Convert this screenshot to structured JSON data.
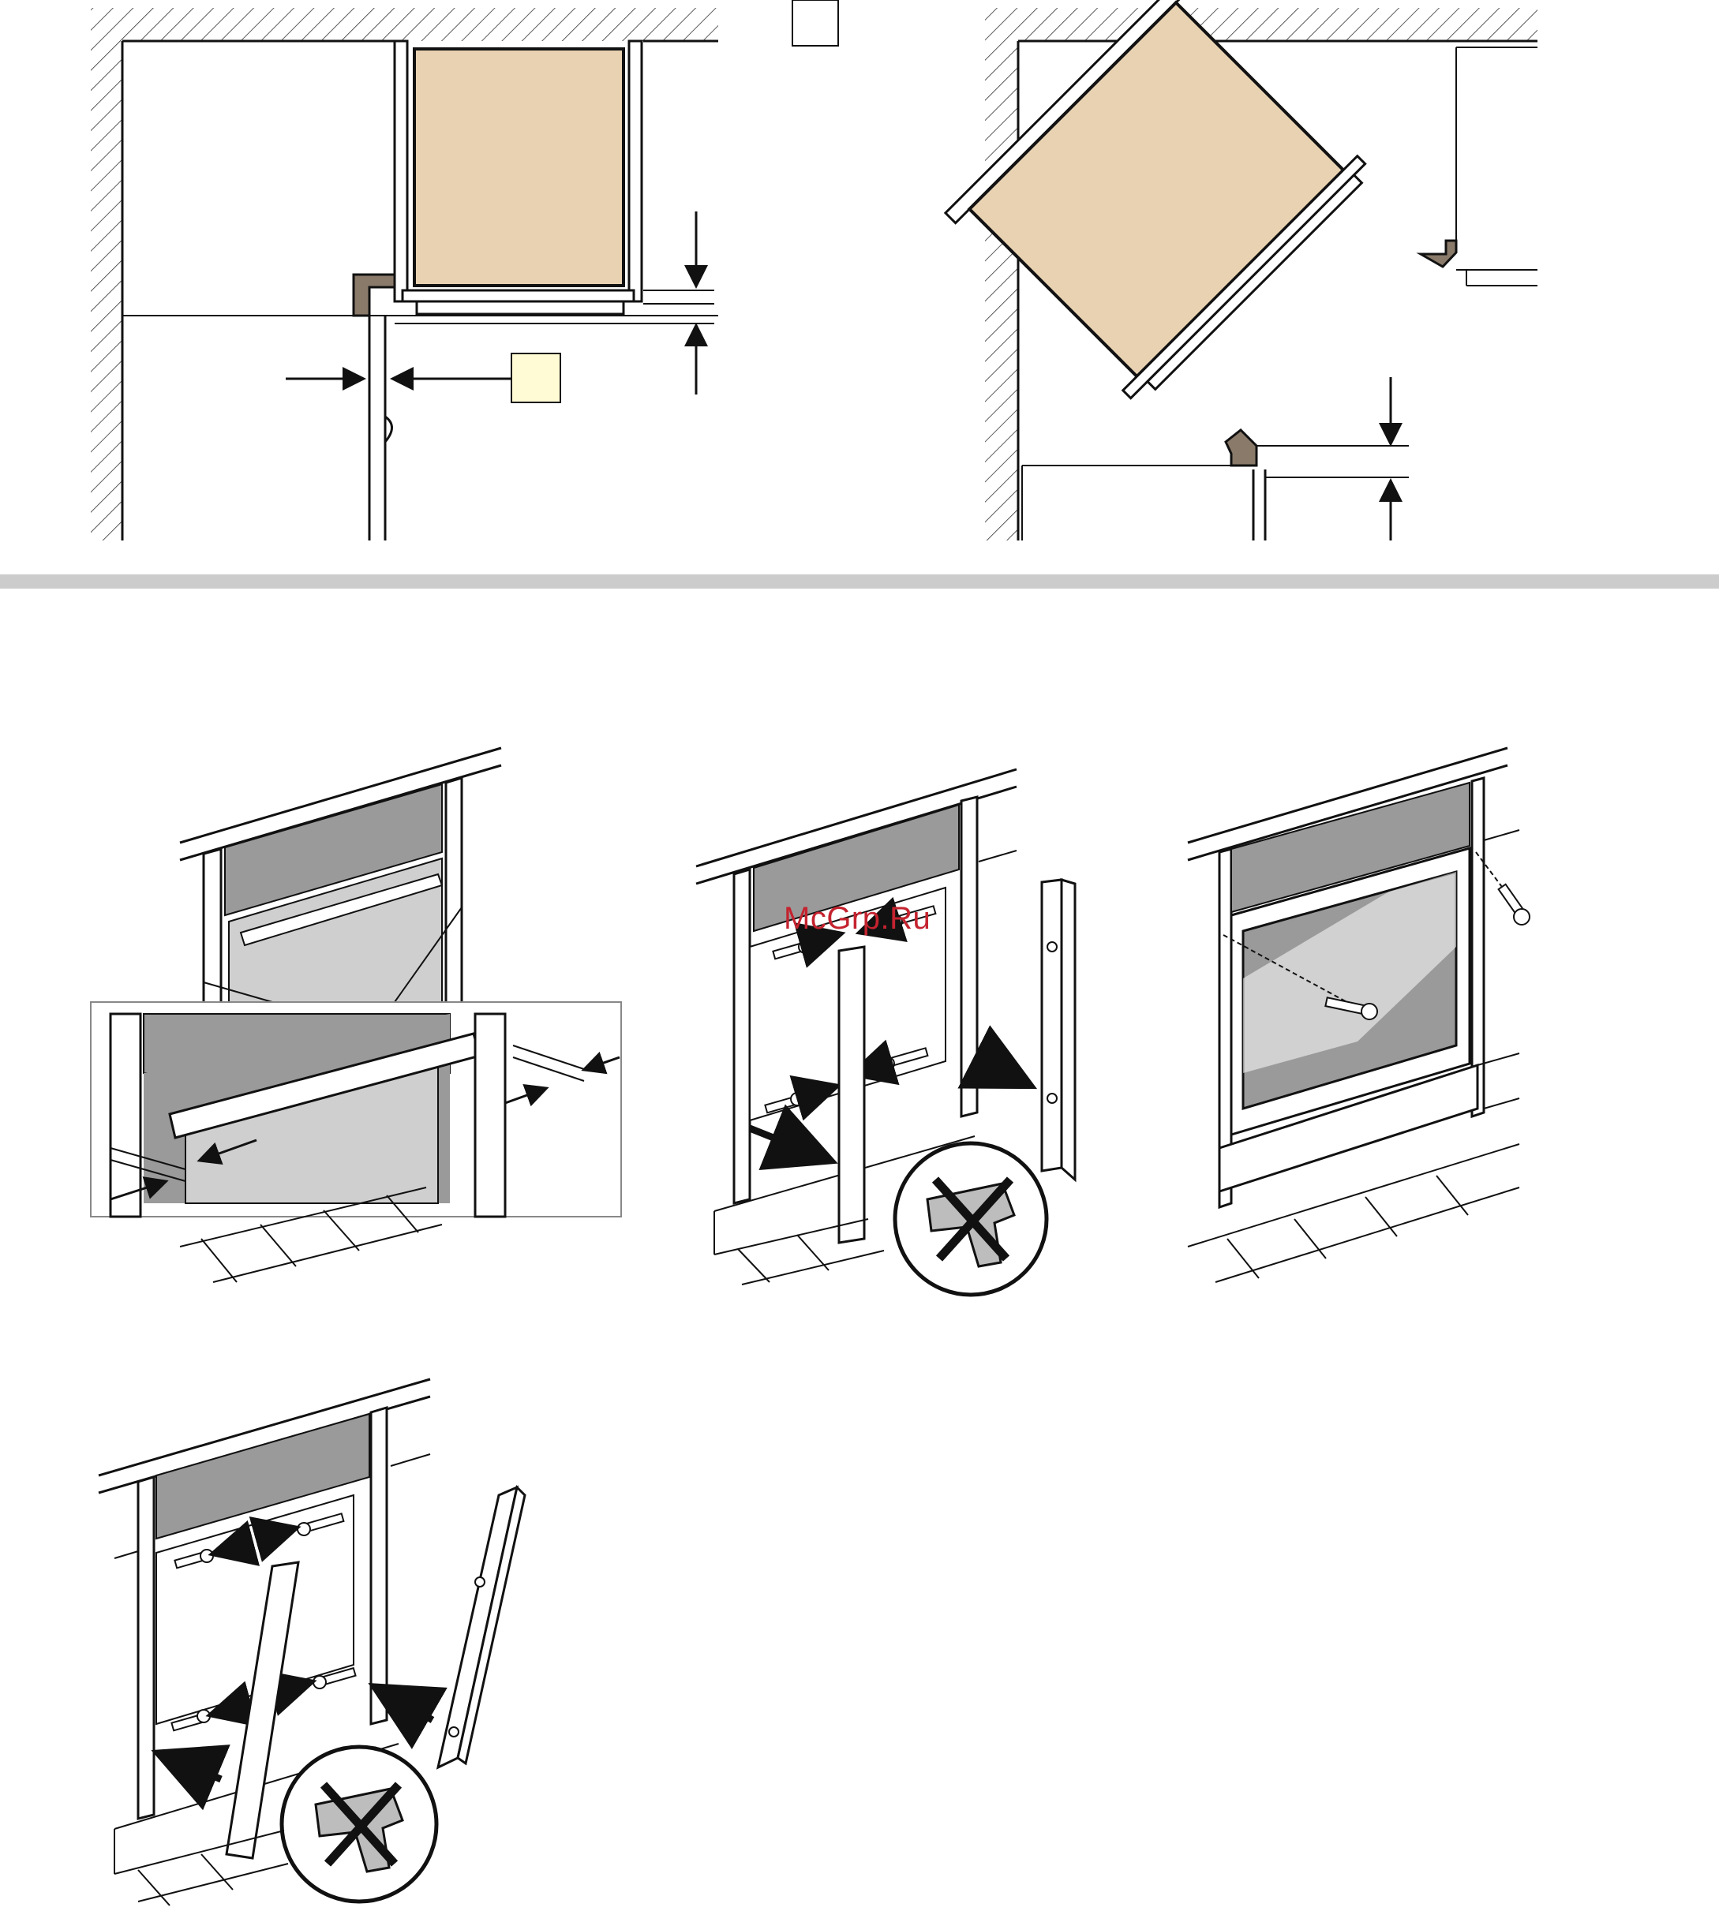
{
  "page": {
    "watermark": "McGrp.Ru"
  },
  "colors": {
    "appliance_fill": "#e8d2b2",
    "label_box_fill": "#fffbd5",
    "bracket_fill": "#8a7a6a",
    "panel_grey": "#9a9a9a",
    "door_grey": "#cfcfcf",
    "separator": "#cccccc",
    "line": "#1a1a1a",
    "watermark": "#c4232f"
  },
  "figures": [
    {
      "id": "corner-plan-straight",
      "label": ""
    },
    {
      "id": "corner-plan-diagonal",
      "label": ""
    },
    {
      "id": "oven-gap-detail",
      "label": ""
    },
    {
      "id": "remove-side-trims",
      "label": ""
    },
    {
      "id": "screw-oven-in-cabinet",
      "label": ""
    },
    {
      "id": "refit-side-trims",
      "label": ""
    }
  ]
}
